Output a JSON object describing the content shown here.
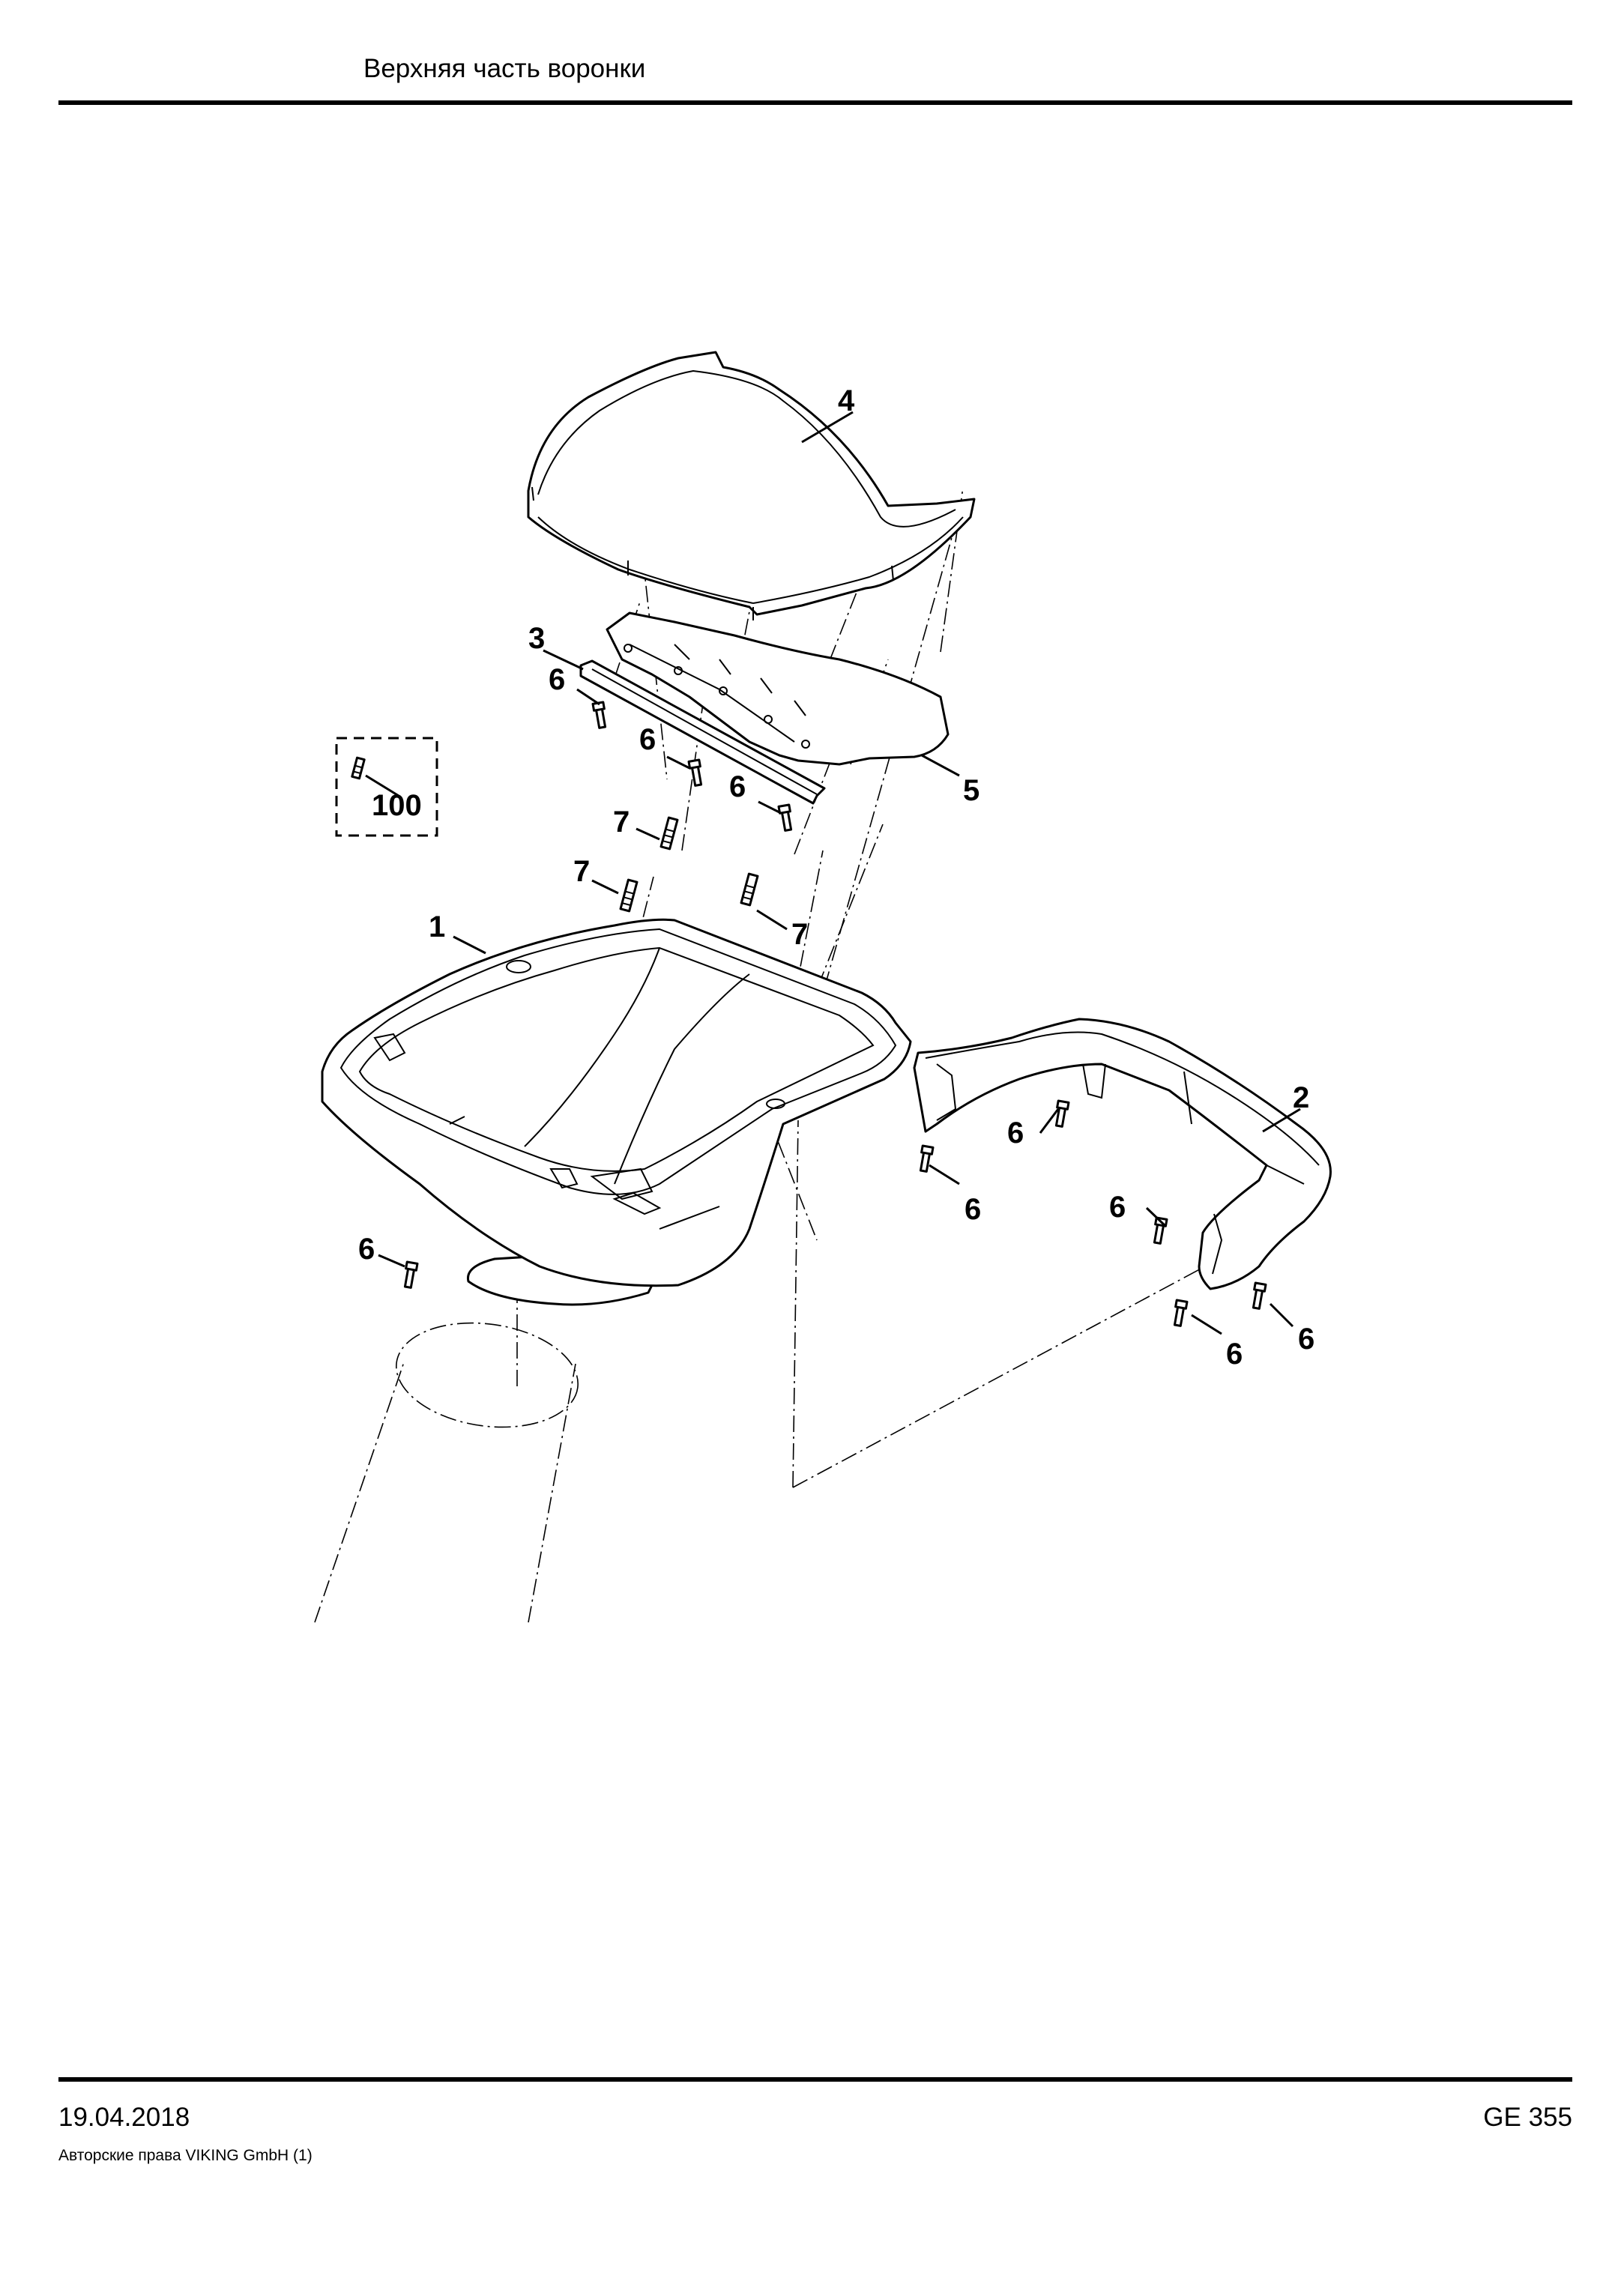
{
  "header": {
    "title": "Верхняя часть воронки"
  },
  "footer": {
    "date": "19.04.2018",
    "model": "GE 355",
    "copyright": "Авторские права VIKING GmbH  (1)"
  },
  "callouts": [
    {
      "id": "c4",
      "label": "4"
    },
    {
      "id": "c3",
      "label": "3"
    },
    {
      "id": "c6a",
      "label": "6"
    },
    {
      "id": "c6b",
      "label": "6"
    },
    {
      "id": "c6c",
      "label": "6"
    },
    {
      "id": "c5",
      "label": "5"
    },
    {
      "id": "c100",
      "label": "100"
    },
    {
      "id": "c7a",
      "label": "7"
    },
    {
      "id": "c7b",
      "label": "7"
    },
    {
      "id": "c7c",
      "label": "7"
    },
    {
      "id": "c1",
      "label": "1"
    },
    {
      "id": "c2",
      "label": "2"
    },
    {
      "id": "c6d",
      "label": "6"
    },
    {
      "id": "c6e",
      "label": "6"
    },
    {
      "id": "c6f",
      "label": "6"
    },
    {
      "id": "c6g",
      "label": "6"
    },
    {
      "id": "c6h",
      "label": "6"
    },
    {
      "id": "c6i",
      "label": "6"
    }
  ]
}
